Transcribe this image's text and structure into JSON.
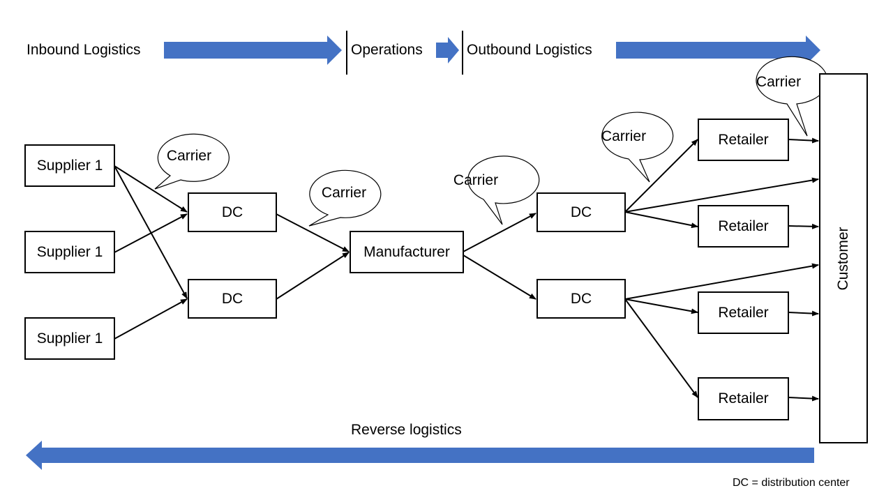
{
  "phases": {
    "inbound": "Inbound Logistics",
    "operations": "Operations",
    "outbound": "Outbound Logistics",
    "reverse": "Reverse logistics"
  },
  "nodes": {
    "supplier_1": "Supplier 1",
    "supplier_2": "Supplier 1",
    "supplier_3": "Supplier 1",
    "dc_in_1": "DC",
    "dc_in_2": "DC",
    "manufacturer": "Manufacturer",
    "dc_out_1": "DC",
    "dc_out_2": "DC",
    "retailer_1": "Retailer",
    "retailer_2": "Retailer",
    "retailer_3": "Retailer",
    "retailer_4": "Retailer",
    "customer": "Customer"
  },
  "carriers": {
    "c1": "Carrier",
    "c2": "Carrier",
    "c3": "Carrier",
    "c4": "Carrier",
    "c5": "Carrier"
  },
  "footnote": "DC = distribution center",
  "colors": {
    "arrow_fill": "#4472C4",
    "line": "#000000"
  }
}
